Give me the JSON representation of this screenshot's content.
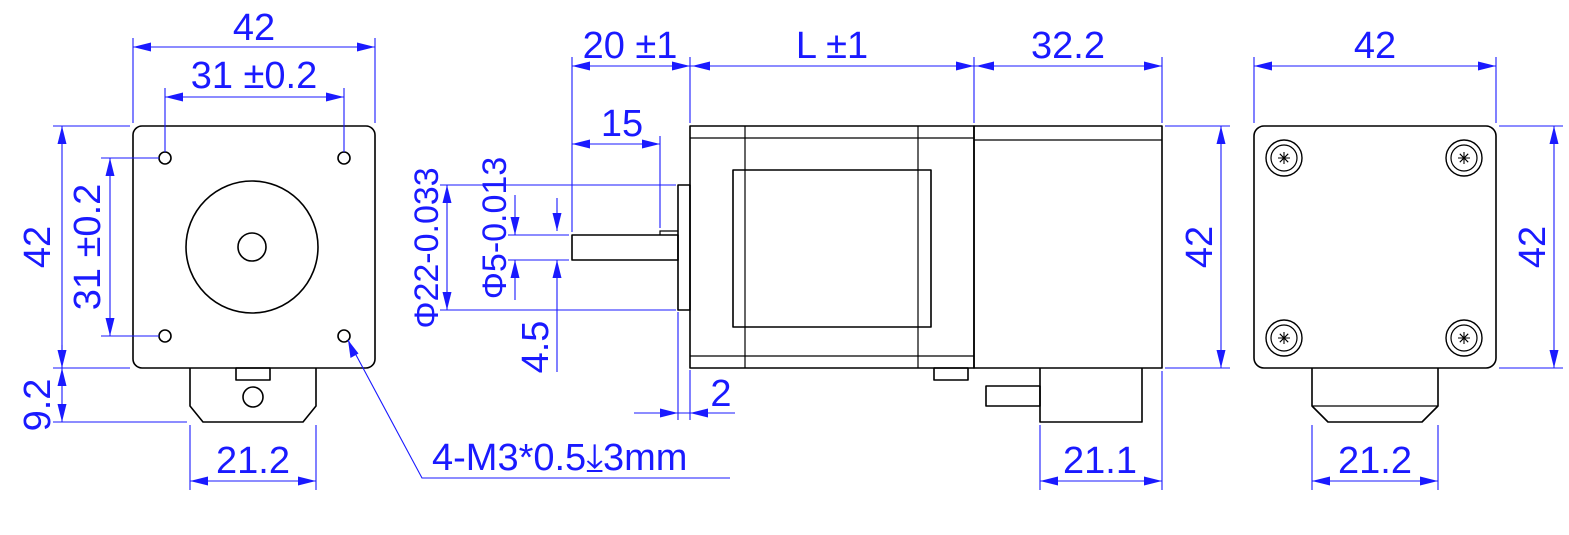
{
  "colors": {
    "outline": "#000000",
    "dimension": "#1a1aff",
    "background": "#ffffff"
  },
  "front_view": {
    "width": "42",
    "hole_spacing_h": "31 ±0.2",
    "height": "42",
    "hole_spacing_v": "31 ±0.2",
    "connector_offset": "9.2",
    "connector_width": "21.2",
    "thread_note": "4-M3*0.5⤓3mm"
  },
  "side_view": {
    "shaft_length": "20 ±1",
    "body_length": "L ±1",
    "driver_length": "32.2",
    "flat_length": "15",
    "boss_diameter": "Φ22-0.033",
    "shaft_diameter": "Φ5-0.013",
    "flat_depth": "4.5",
    "boss_height": "2",
    "height": "42",
    "connector_width": "21.1"
  },
  "rear_view": {
    "width": "42",
    "height": "42",
    "connector_width": "21.2"
  }
}
